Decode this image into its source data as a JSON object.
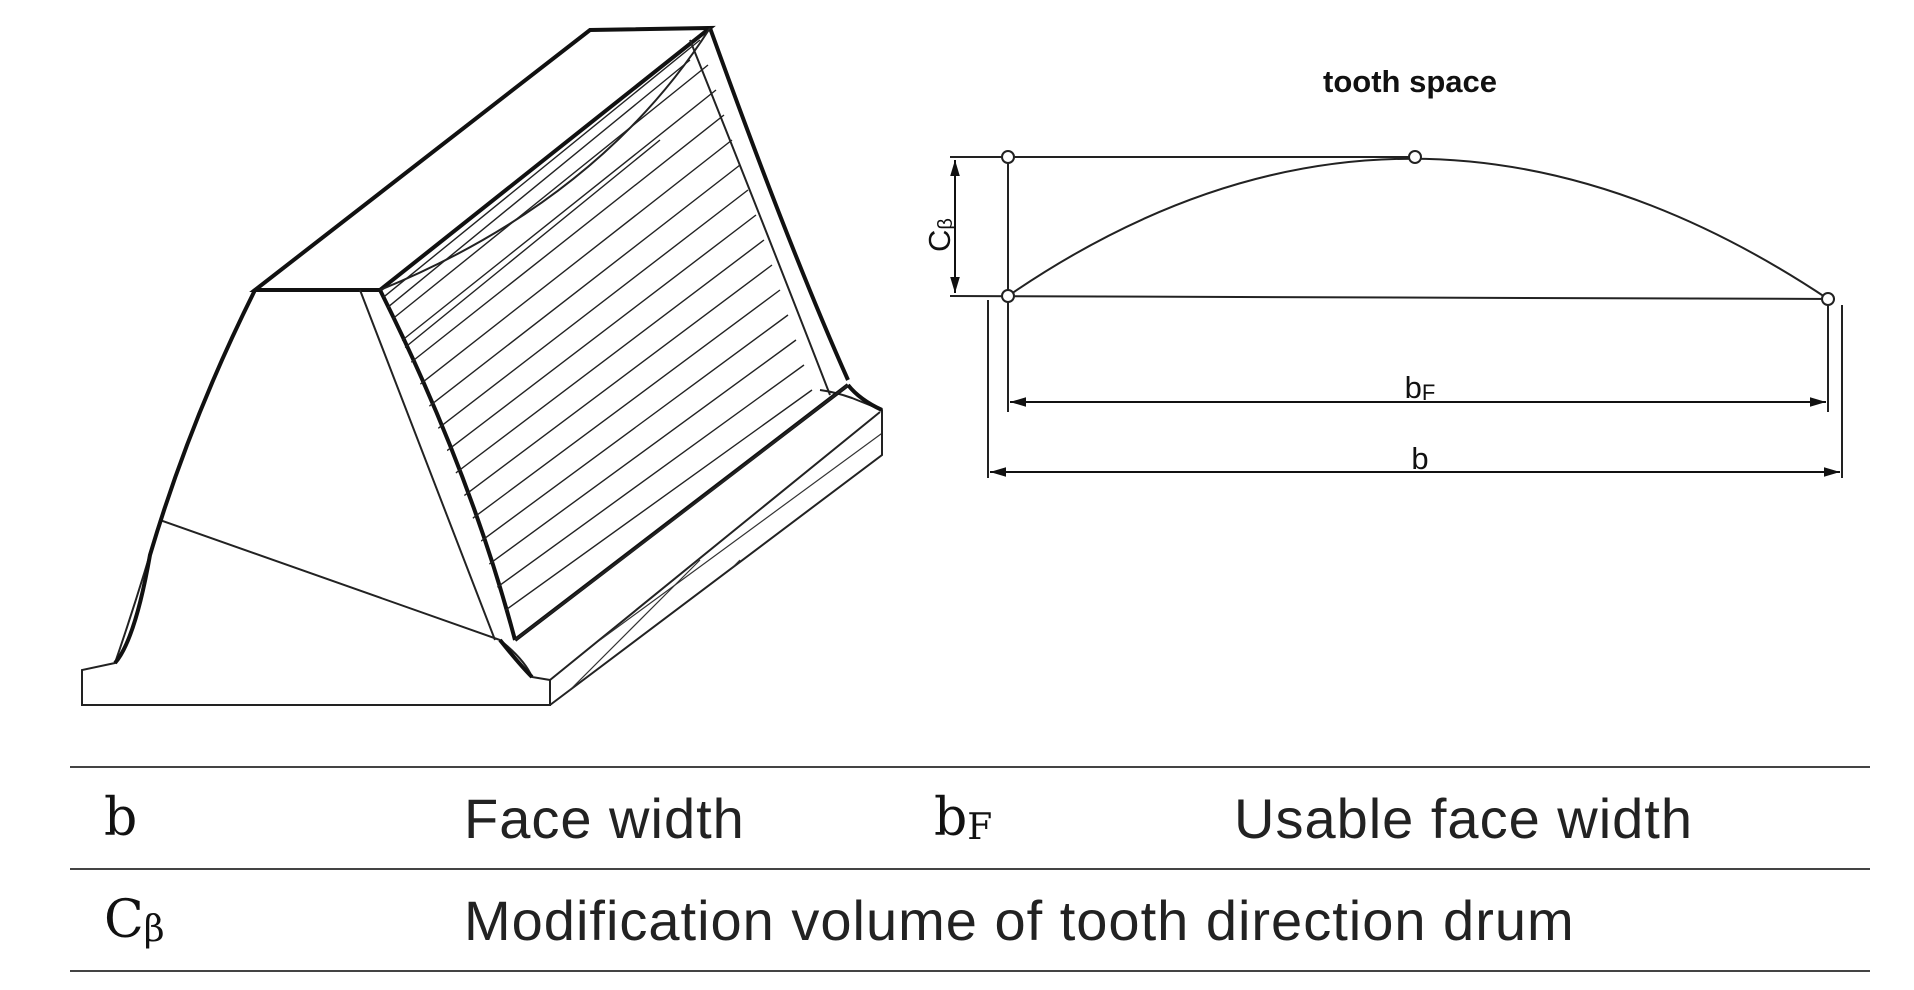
{
  "diagram": {
    "title": "tooth space",
    "dim_crowning": {
      "symbol": "C",
      "subscript": "β"
    },
    "dim_usable": {
      "symbol": "b",
      "subscript": "F"
    },
    "dim_total": {
      "symbol": "b"
    }
  },
  "legend": {
    "rows": [
      {
        "symbol1": {
          "main": "b",
          "sub": ""
        },
        "desc1": "Face width",
        "symbol2": {
          "main": "b",
          "sub": "F"
        },
        "desc2": "Usable face width"
      },
      {
        "symbol1": {
          "main": "C",
          "sub": "β"
        },
        "desc1": "Modification volume of tooth direction drum"
      }
    ]
  }
}
